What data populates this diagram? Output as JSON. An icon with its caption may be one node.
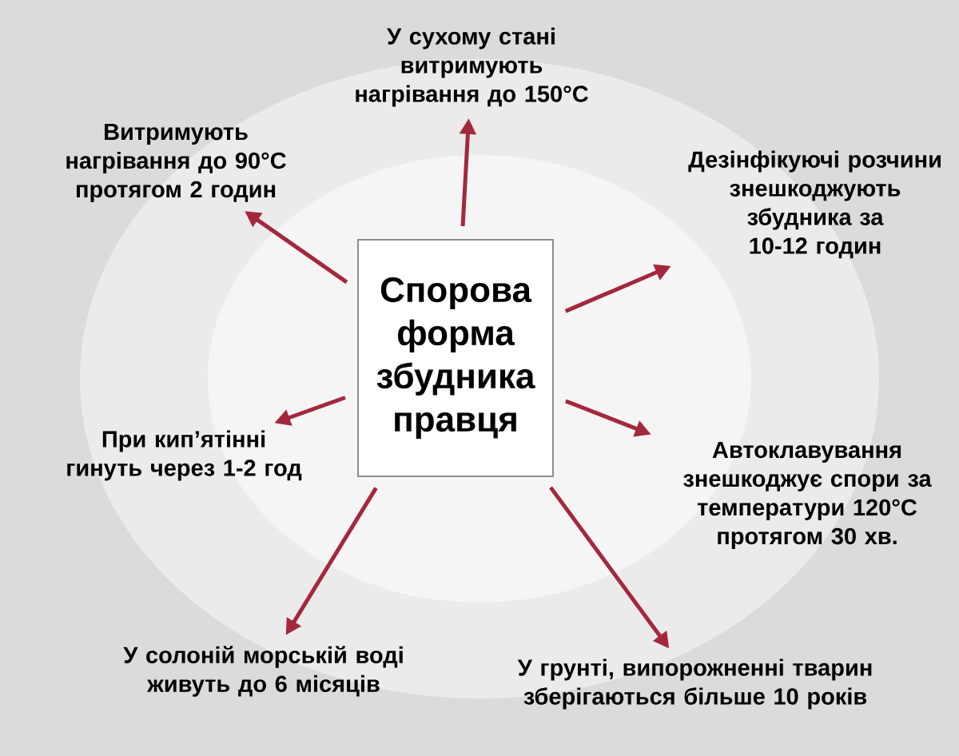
{
  "diagram": {
    "nodes": [
      {
        "text": [
          "Спорова форма збудника правця"
        ]
      },
      {
        "text": [
          "У сухому стані витримують нагрівання до 150°C"
        ]
      },
      {
        "text": [
          "Витримують нагрівання до 90°C протягом 2 годин"
        ]
      },
      {
        "text": [
          "Дезінфікуючі розчини знешкоджують збудника за 10-12 годин"
        ]
      },
      {
        "text": [
          "При кип’ятінні гинуть через 1-2 год"
        ]
      },
      {
        "text": [
          "Автоклавування знешкоджує спори за температури 120°C протягом 30 хв."
        ]
      },
      {
        "text": [
          "У солоній морській воді живуть до 6 місяців"
        ]
      },
      {
        "text": [
          "У грунті, випорожненні тварин зберігаються більше 10 років"
        ]
      }
    ],
    "edges": [
      {
        "from": 0,
        "to": 1,
        "arrow": "to"
      },
      {
        "from": 0,
        "to": 2,
        "arrow": "to"
      },
      {
        "from": 0,
        "to": 3,
        "arrow": "to"
      },
      {
        "from": 0,
        "to": 4,
        "arrow": "to"
      },
      {
        "from": 0,
        "to": 5,
        "arrow": "to"
      },
      {
        "from": 0,
        "to": 6,
        "arrow": "to"
      },
      {
        "from": 0,
        "to": 7,
        "arrow": "to"
      }
    ]
  }
}
